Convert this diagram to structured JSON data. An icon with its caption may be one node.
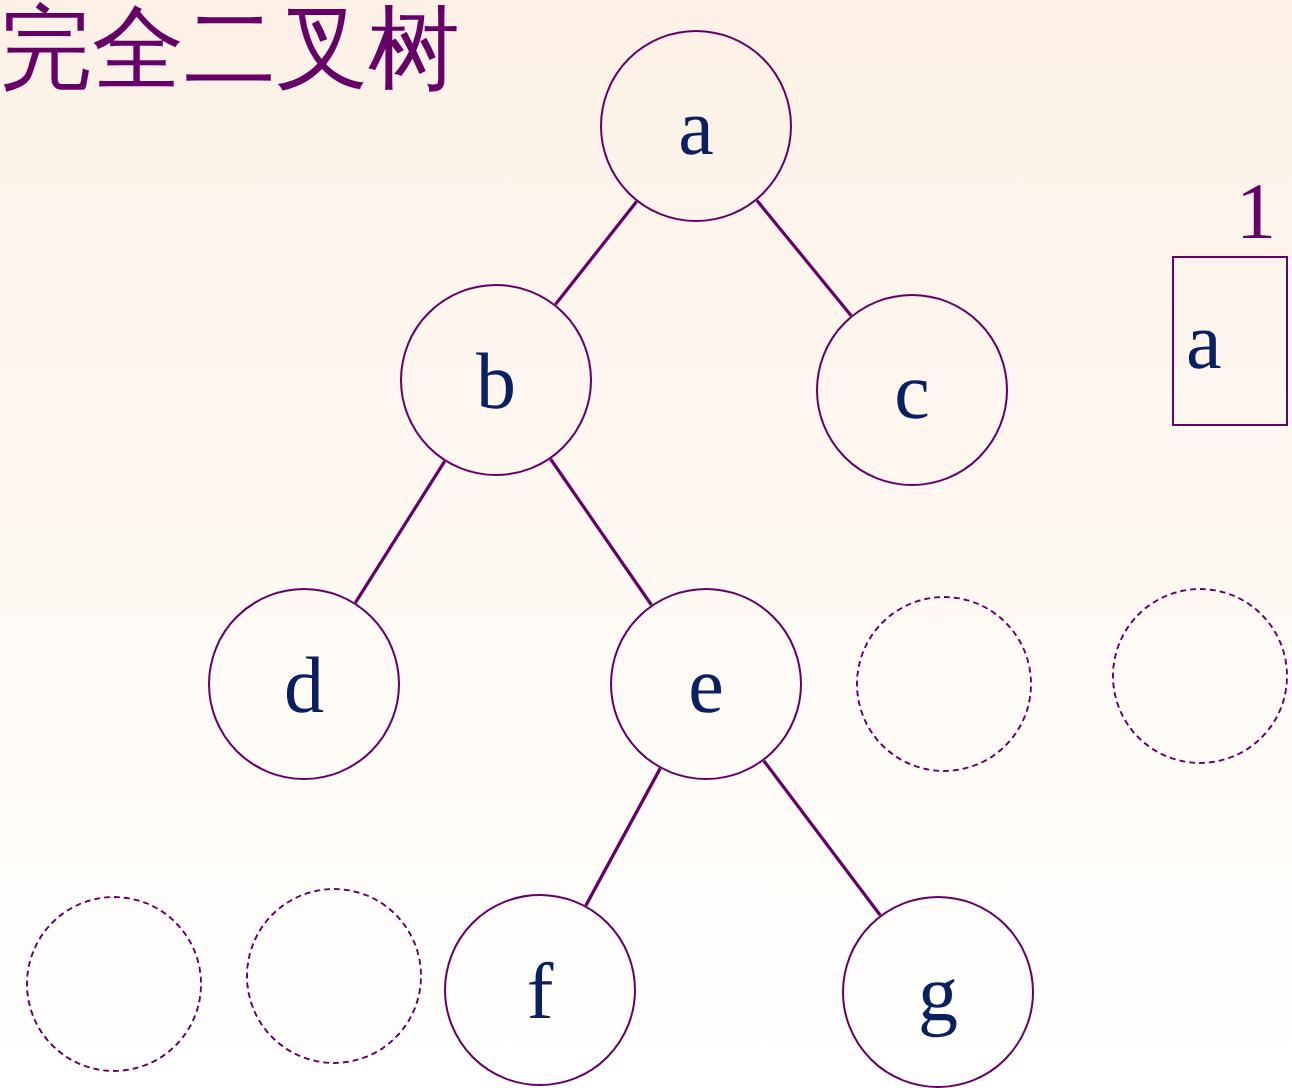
{
  "diagram": {
    "title": "完全二叉树",
    "nodes": [
      {
        "text": [
          "a"
        ]
      },
      {
        "text": [
          "b"
        ]
      },
      {
        "text": [
          "c"
        ]
      },
      {
        "text": [
          "a"
        ],
        "beside": [
          "1"
        ]
      },
      {
        "text": [
          "d"
        ]
      },
      {
        "text": [
          "e"
        ]
      },
      {
        "text": [],
        "shape": "circle"
      },
      {
        "text": [],
        "shape": "circle"
      },
      {
        "text": [],
        "shape": "circle"
      },
      {
        "text": [],
        "shape": "circle"
      },
      {
        "text": [
          "f"
        ]
      },
      {
        "text": [
          "g"
        ]
      }
    ],
    "edges": [
      {
        "from": 0,
        "to": 1,
        "arrow": "none"
      },
      {
        "from": 0,
        "to": 2,
        "arrow": "none"
      },
      {
        "from": 1,
        "to": 4,
        "arrow": "none"
      },
      {
        "from": 1,
        "to": 5,
        "arrow": "none"
      },
      {
        "from": 5,
        "to": 10,
        "arrow": "none"
      },
      {
        "from": 5,
        "to": 11,
        "arrow": "none"
      }
    ]
  }
}
